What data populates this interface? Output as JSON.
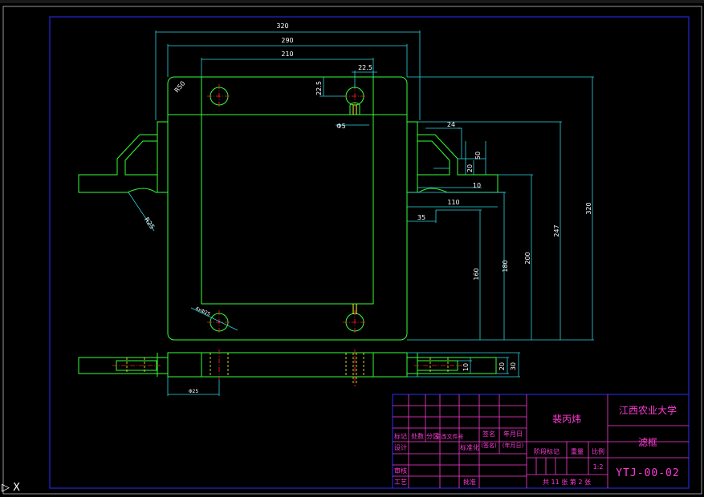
{
  "colors": {
    "background": "#000000",
    "frame": "#2b2bff",
    "part": "#33ff33",
    "dimension": "#2ad4e0",
    "center_line": "#ff2222",
    "hidden_line": "#ffff33",
    "title_text": "#ff3bd8"
  },
  "dimensions": {
    "top_320": "320",
    "top_290": "290",
    "top_210": "210",
    "top_22_5": "22.5",
    "left_22_5": "22.5",
    "phi5": "Φ5",
    "r50": "R50",
    "d24": "24",
    "d50": "50",
    "d20": "20",
    "d10": "10",
    "d110": "110",
    "d35": "35",
    "d160": "160",
    "d180": "180",
    "d200": "200",
    "d247": "247",
    "d320v": "320",
    "r_left": "R25",
    "side_10": "10",
    "side_20": "20",
    "side_30": "30",
    "corner_label": "4xΦ25",
    "bottom_label": "Φ25"
  },
  "title_block": {
    "designer_name": "裴丙炜",
    "school": "江西农业大学",
    "part_name": "滤框",
    "drawing_code": "YTJ-00-02",
    "scale": "1:2",
    "sheet_info": "共 11 张 第 2 张",
    "labels": {
      "mark": "标记",
      "count": "处数",
      "zone": "分区",
      "change_doc": "更改文件号",
      "sign": "签名",
      "date": "年月日",
      "sign2": "签名",
      "name_sign": "(签名)",
      "date2": "年月日",
      "date_paren": "(年月日)",
      "design": "设计",
      "standard": "标准化",
      "stage_mark": "阶段标记",
      "weight": "重量",
      "scale_label": "比例",
      "review": "审核",
      "process": "工艺",
      "approve": "批准"
    }
  },
  "command_prompt": "▷ X"
}
